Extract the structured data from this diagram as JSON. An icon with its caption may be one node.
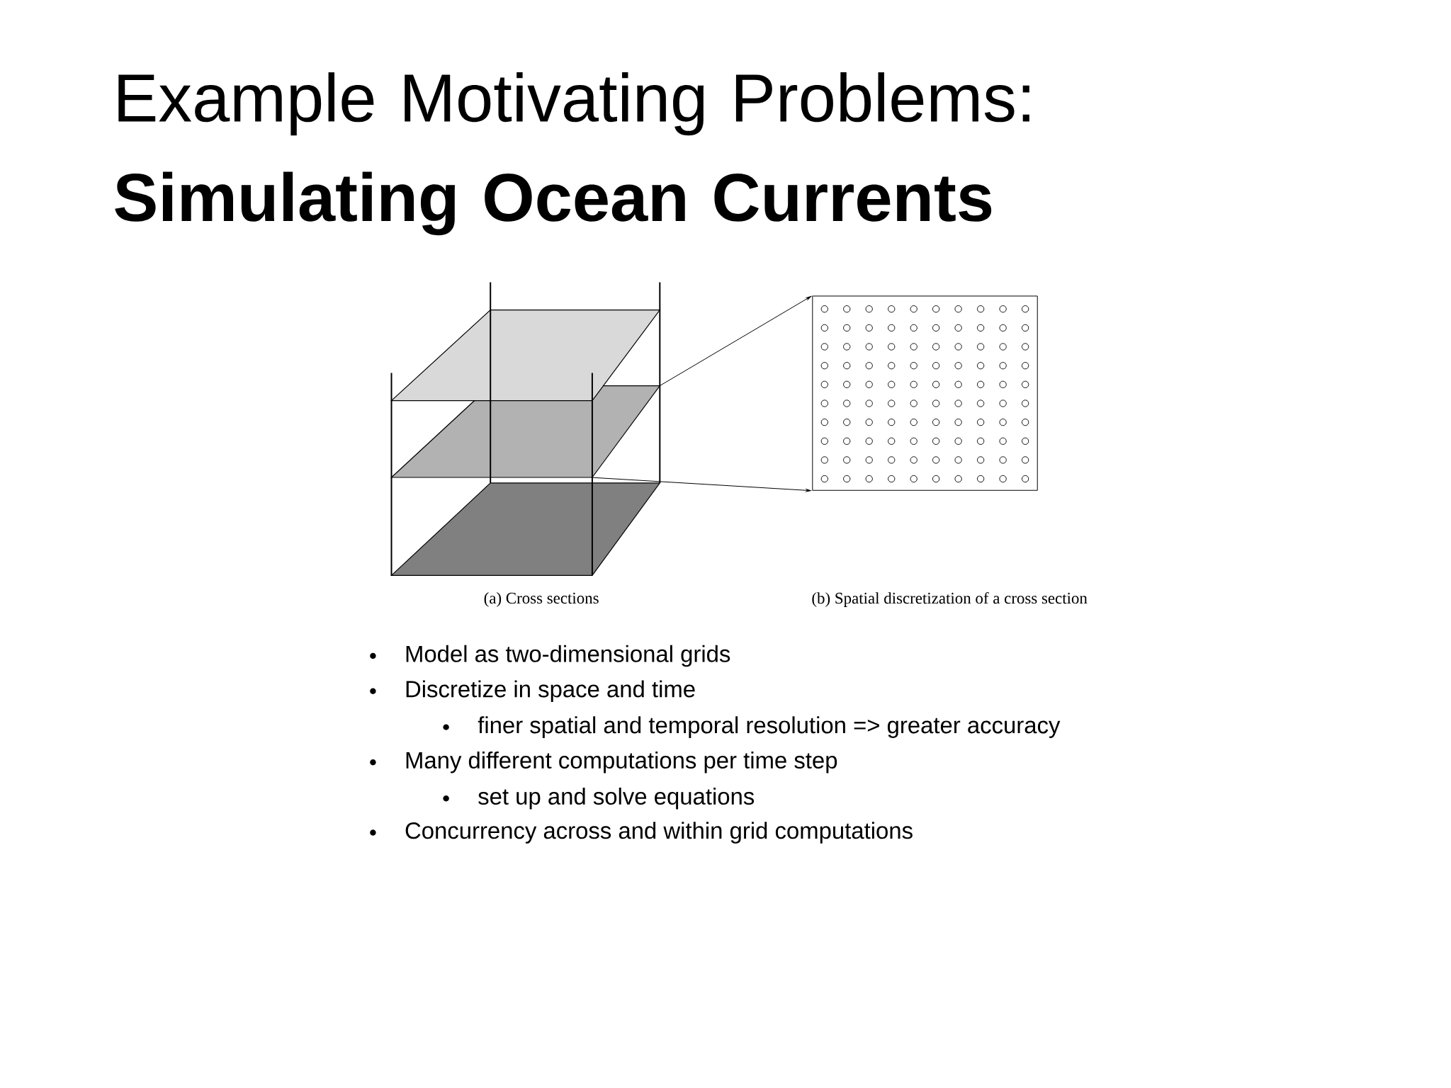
{
  "diagram": {
    "title": "Example Motivating Problems: **Simulating Ocean Currents**",
    "nodes": [
      {
        "text": [],
        "shape": "parallelogram"
      },
      {
        "text": [],
        "shape": "box"
      }
    ],
    "edges": [
      {
        "from": 0,
        "to": 1,
        "arrow": "to"
      },
      {
        "from": 0,
        "to": 1,
        "arrow": "to"
      }
    ],
    "labels": [
      "(a) Cross sections",
      "(b) Spatial discretization of a cross section",
      "Model as two-dimensional grids",
      "Discretize in space and time",
      "finer spatial and temporal resolution => greater accuracy",
      "Many different computations per time step",
      "set up and solve equations",
      "Concurrency across and within grid computations"
    ]
  }
}
